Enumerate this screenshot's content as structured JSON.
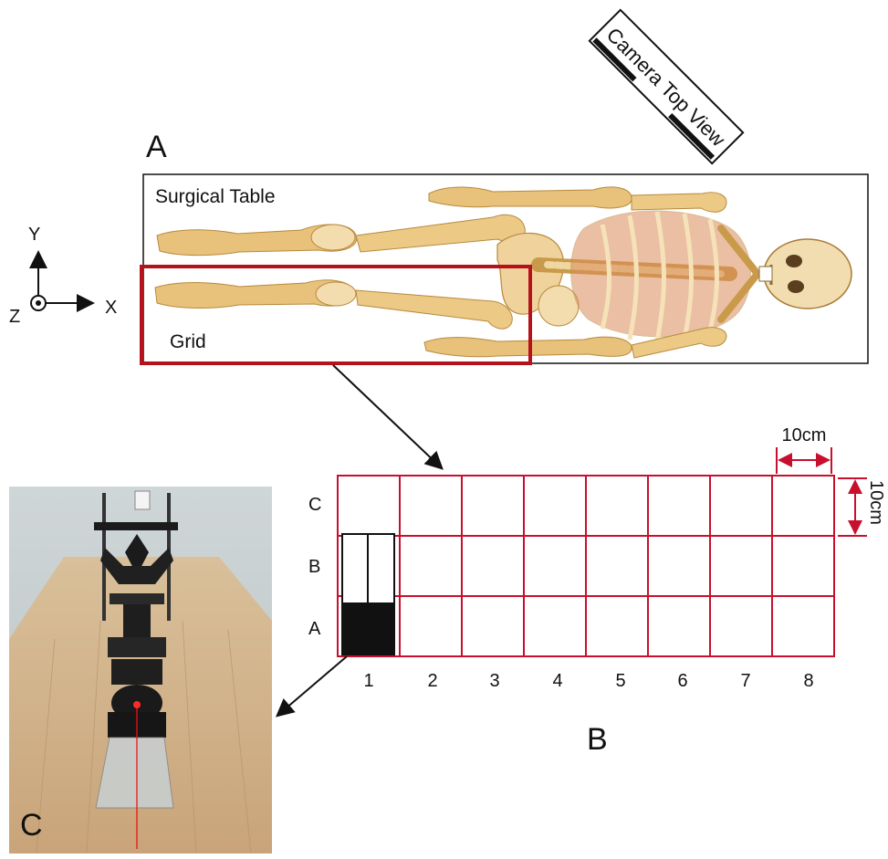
{
  "panels": {
    "a_label": "A",
    "b_label": "B",
    "c_label": "C"
  },
  "camera_label": "Camera Top View",
  "surgical_table_label": "Surgical Table",
  "grid_label": "Grid",
  "axes": {
    "y": "Y",
    "z": "Z",
    "x": "X"
  },
  "grid": {
    "rows": [
      "C",
      "B",
      "A"
    ],
    "columns": [
      "1",
      "2",
      "3",
      "4",
      "5",
      "6",
      "7",
      "8"
    ],
    "width_dim": "10cm",
    "height_dim": "10cm"
  },
  "colors": {
    "grid_red": "#c8102e",
    "box_red": "#b5121b",
    "bone": "#e8c27a",
    "bone_dark": "#c89a4a",
    "ribs": "#d98c5a"
  }
}
